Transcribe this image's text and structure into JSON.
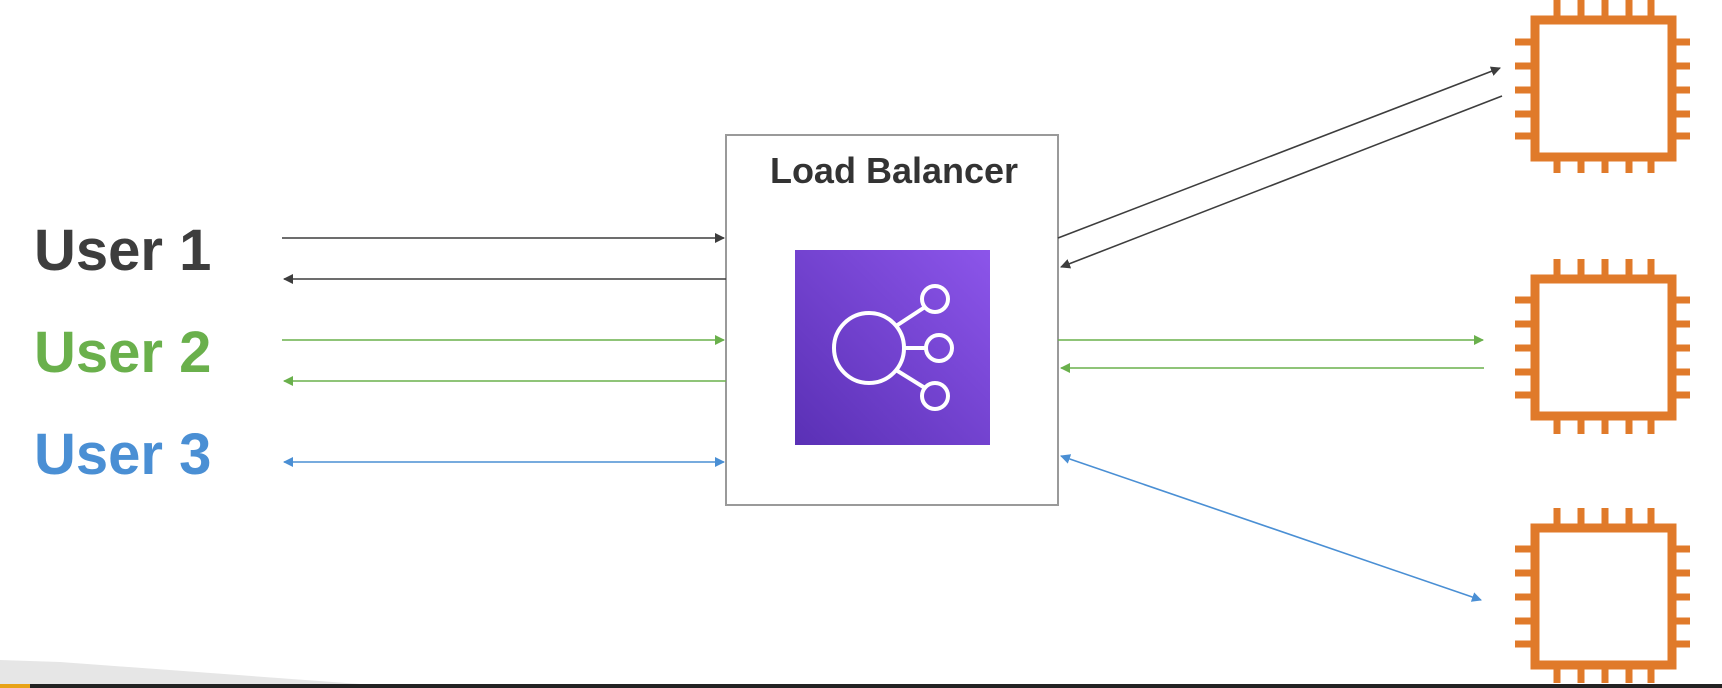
{
  "users": [
    {
      "label": "User 1",
      "color": "#3d3d3d"
    },
    {
      "label": "User 2",
      "color": "#6ab04c"
    },
    {
      "label": "User 3",
      "color": "#4a8fd4"
    }
  ],
  "load_balancer": {
    "title": "Load Balancer",
    "icon": "elastic-load-balancing-icon",
    "icon_gradient": [
      "#5a30b5",
      "#8c55ea"
    ]
  },
  "servers": [
    {
      "icon": "ec2-instance-chip-icon",
      "color": "#e07a2a"
    },
    {
      "icon": "ec2-instance-chip-icon",
      "color": "#e07a2a"
    },
    {
      "icon": "ec2-instance-chip-icon",
      "color": "#e07a2a"
    }
  ],
  "connections": {
    "user1_color": "#3d3d3d",
    "user2_color": "#6ab04c",
    "user3_color": "#4a8fd4"
  }
}
